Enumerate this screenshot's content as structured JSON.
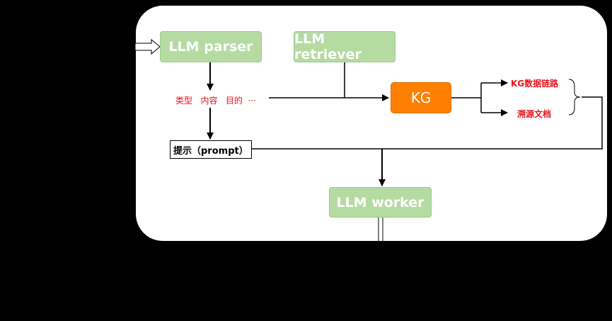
{
  "nodes": {
    "parser": "LLM parser",
    "retriever": "LLM retriever",
    "kg": "KG",
    "worker": "LLM worker",
    "prompt": "提示（prompt）"
  },
  "labels": {
    "fields": "类型   内容   目的  ···",
    "kg_link": "KG数据链路",
    "source_doc": "溯源文档"
  },
  "colors": {
    "green_fill": "#b5dba3",
    "orange_fill": "#ff7f00",
    "red_text": "#e8141b",
    "background": "#000000",
    "panel": "#ffffff"
  }
}
